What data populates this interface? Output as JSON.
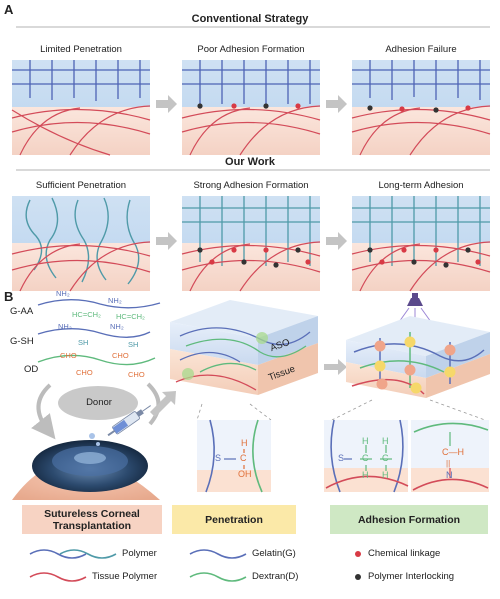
{
  "panel_a": {
    "letter": "A",
    "conventional": {
      "title": "Conventional Strategy",
      "steps": [
        "Limited Penetration",
        "Poor Adhesion Formation",
        "Adhesion Failure"
      ]
    },
    "ours": {
      "title": "Our Work",
      "steps": [
        "Sufficient Penetration",
        "Strong Adhesion Formation",
        "Long-term Adhesion"
      ]
    }
  },
  "panel_b": {
    "letter": "B",
    "reagents": {
      "gaa": "G-AA",
      "gsh": "G-SH",
      "od": "OD",
      "nh2": "NH₂",
      "sh": "SH",
      "cho": "CHO",
      "vinyl": "HC=CH₂"
    },
    "donor": "Donor",
    "labels": {
      "aso": "ASO",
      "tissue": "Tissue"
    },
    "chem": {
      "s": "S",
      "c": "C",
      "h": "H",
      "oh": "OH",
      "n": "N",
      "eq": "||",
      "ch": "C—H"
    },
    "boxes": {
      "transplant": [
        "Sutureless Corneal",
        "Transplantation"
      ],
      "penetration": "Penetration",
      "adhesion": "Adhesion Formation"
    },
    "colors": {
      "transplant_box": "#f7d3c3",
      "penetration_box": "#fbe9a8",
      "adhesion_box": "#cfe8c4",
      "gelatin": "#5a6fb8",
      "dextran": "#5fba7d",
      "tissue": "#d8525e",
      "teal": "#4f9aa8",
      "aldehyde": "#e0703a",
      "chemical_dot": "#d83a45",
      "interlock_dot": "#333333"
    }
  },
  "legend": {
    "polymer": "Polymer",
    "tissue_polymer": "Tissue Polymer",
    "gelatin": "Gelatin(G)",
    "dextran": "Dextran(D)",
    "chemical": "Chemical linkage",
    "interlocking": "Polymer Interlocking"
  }
}
